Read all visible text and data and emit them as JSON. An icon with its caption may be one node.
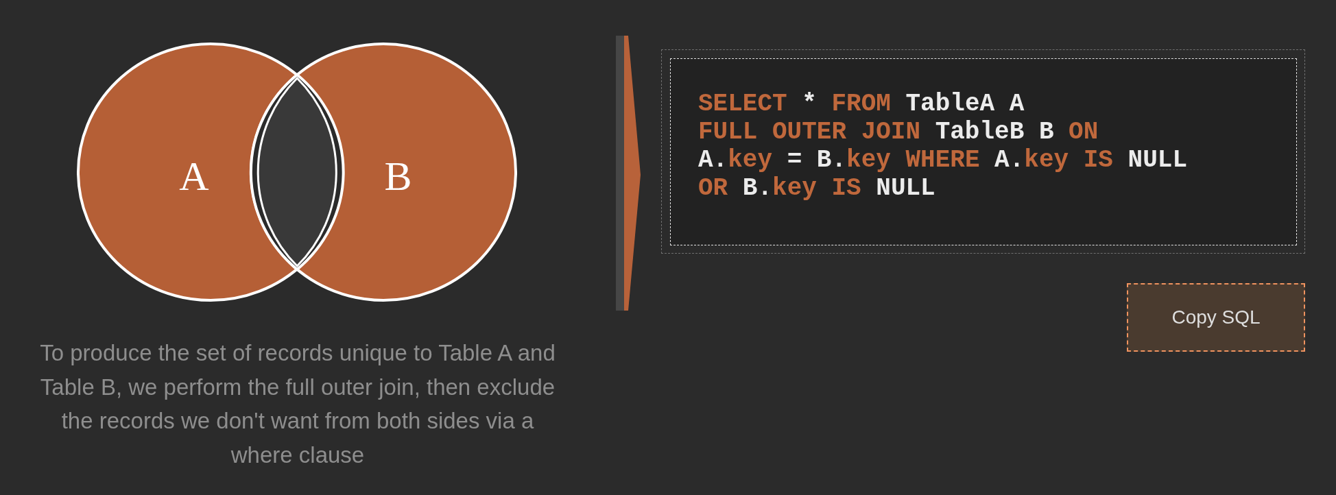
{
  "diagram": {
    "caption": "To produce the set of records unique to Table A and Table B, we perform the full outer join, then exclude the records we don't want from both sides via a where clause",
    "nodes": [
      {
        "text": [
          "A"
        ]
      },
      {
        "text": [
          "B"
        ]
      },
      {
        "text": [],
        "shape": "lens"
      },
      {
        "text": [],
        "shape": "box"
      },
      {
        "text": [
          "SELECT * FROM TableA A",
          "FULL OUTER JOIN TableB B ON",
          "A.key = B.key WHERE A.key IS NULL",
          "OR B.key IS NULL"
        ],
        "in": 3
      },
      {
        "text": [
          "Copy SQL"
        ]
      }
    ]
  }
}
